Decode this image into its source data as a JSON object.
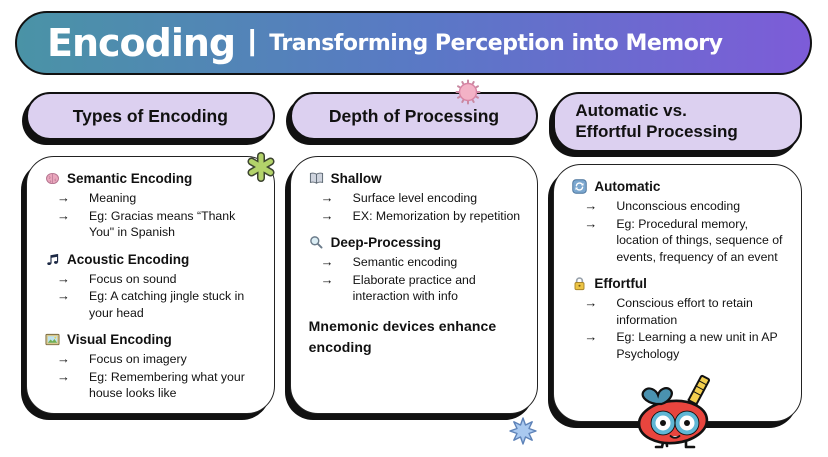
{
  "ui": {
    "bullet_marker": "→"
  },
  "colors": {
    "banner_gradient_start": "#4a93a6",
    "banner_gradient_mid": "#5a78c6",
    "banner_gradient_end": "#7d5cd8",
    "pill_background": "#dcd0f0",
    "card_background": "#ffffff",
    "outline": "#111111",
    "asterisk_green": "#b3d36a",
    "seal_pink": "#f3b2c6",
    "star_blue": "#a9c9f0",
    "mascot_red": "#e8453e"
  },
  "header": {
    "title": "Encoding",
    "separator": "|",
    "subtitle": "Transforming Perception into Memory"
  },
  "columns": [
    {
      "title": "Types of Encoding",
      "sections": [
        {
          "icon": "brain-icon",
          "heading": "Semantic Encoding",
          "bullets": [
            "Meaning",
            "Eg: Gracias means “Thank You\" in Spanish"
          ]
        },
        {
          "icon": "music-notes-icon",
          "heading": "Acoustic Encoding",
          "bullets": [
            "Focus on sound",
            "Eg: A catching jingle stuck in your head"
          ]
        },
        {
          "icon": "framed-picture-icon",
          "heading": "Visual Encoding",
          "bullets": [
            "Focus on imagery",
            "Eg: Remembering what your house looks like"
          ]
        }
      ]
    },
    {
      "title": "Depth of Processing",
      "sections": [
        {
          "icon": "open-book-icon",
          "heading": "Shallow",
          "bullets": [
            "Surface level encoding",
            "EX: Memorization by repetition"
          ]
        },
        {
          "icon": "magnifying-glass-icon",
          "heading": "Deep-Processing",
          "bullets": [
            "Semantic encoding",
            "Elaborate practice and interaction with info"
          ]
        }
      ],
      "note": "Mnemonic devices enhance encoding"
    },
    {
      "title_line1": "Automatic vs.",
      "title_line2": "Effortful Processing",
      "sections": [
        {
          "icon": "arrows-refresh-icon",
          "heading": "Automatic",
          "bullets": [
            "Unconscious encoding",
            "Eg: Procedural memory, location of things, sequence of events, frequency of an event"
          ]
        },
        {
          "icon": "lock-icon",
          "heading": "Effortful",
          "bullets": [
            "Conscious effort to retain information",
            "Eg: Learning a new unit in AP Psychology"
          ]
        }
      ]
    }
  ],
  "decorations": {
    "green_asterisk": "asterisk",
    "pink_seal": "scalloped-circle",
    "blue_star": "eight-point-star",
    "mascot": "strawberry-with-glasses-and-pencil"
  }
}
